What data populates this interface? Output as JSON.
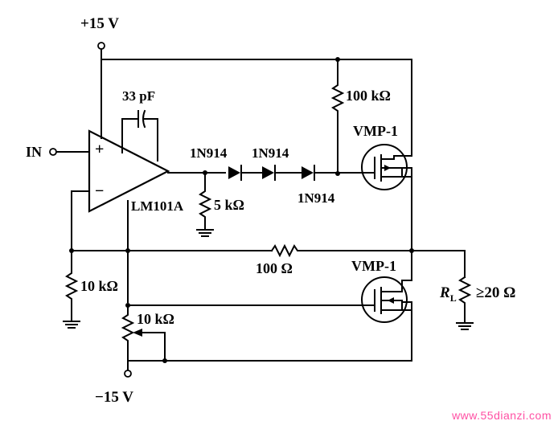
{
  "labels": {
    "vplus": "+15 V",
    "vminus": "−15 V",
    "cap": "33 pF",
    "input": "IN",
    "opamp_plus": "+",
    "opamp_minus": "−",
    "opamp": "LM101A",
    "diode1": "1N914",
    "diode2": "1N914",
    "diode3": "1N914",
    "r_5k": "5 kΩ",
    "r_100k": "100 kΩ",
    "mosfet_top": "VMP-1",
    "mosfet_bottom": "VMP-1",
    "r_10k_left": "10 kΩ",
    "pot_10k": "10 kΩ",
    "r_100": "100 Ω",
    "load_r": "R",
    "load_sub": "L",
    "load_spec": "≥20 Ω"
  },
  "watermark": "www.55dianzi.com"
}
